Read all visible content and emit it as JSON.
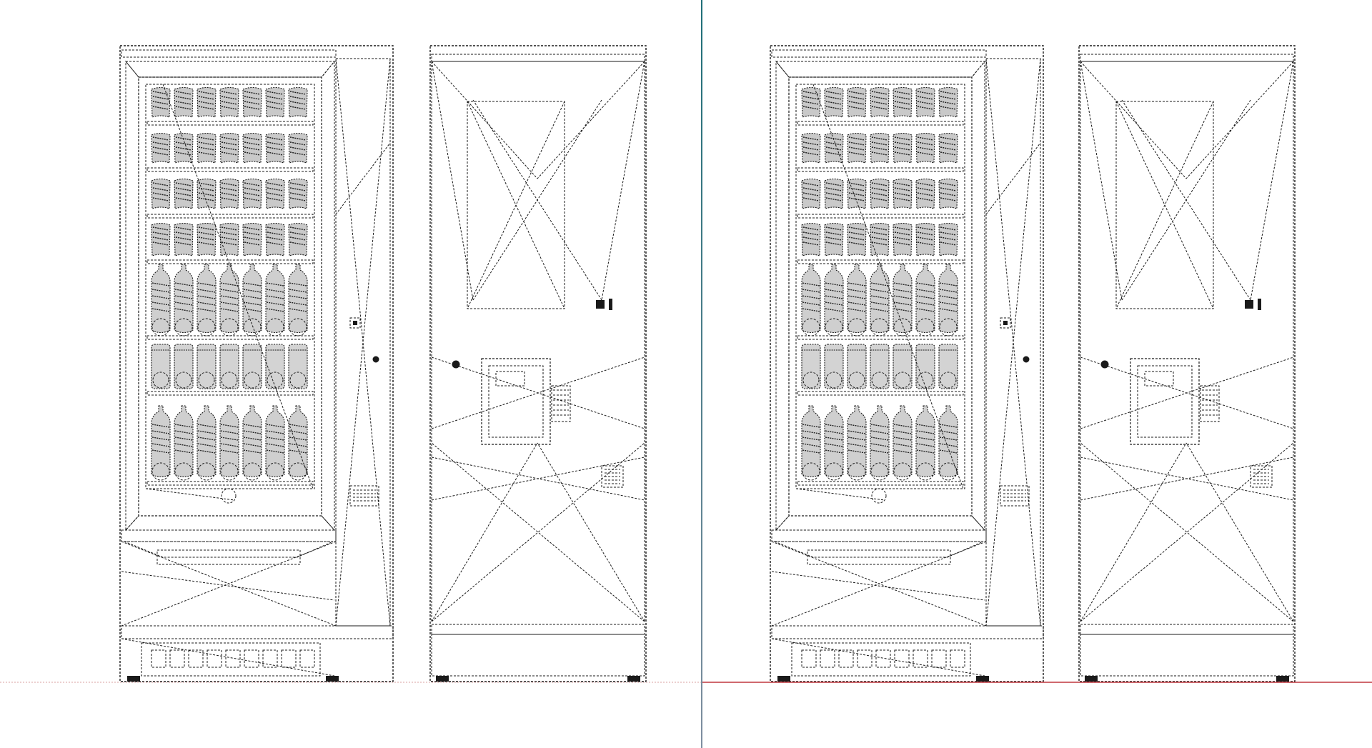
{
  "app": {
    "view": "wireframe",
    "viewports": [
      {
        "id": "left",
        "label": ""
      },
      {
        "id": "right",
        "label": ""
      }
    ]
  },
  "colors": {
    "background": "#ffffff",
    "line": "#1a1a1a",
    "divider_left": "#1f6f78",
    "divider_right": "#7f8fa0",
    "ground_left": "#d9a0a0",
    "ground_right": "#c0363f",
    "window_border": "#d8d8d8"
  },
  "icons": [
    "coin-slot-icon",
    "bill-acceptor-icon",
    "lock-icon",
    "keypad-icon"
  ]
}
